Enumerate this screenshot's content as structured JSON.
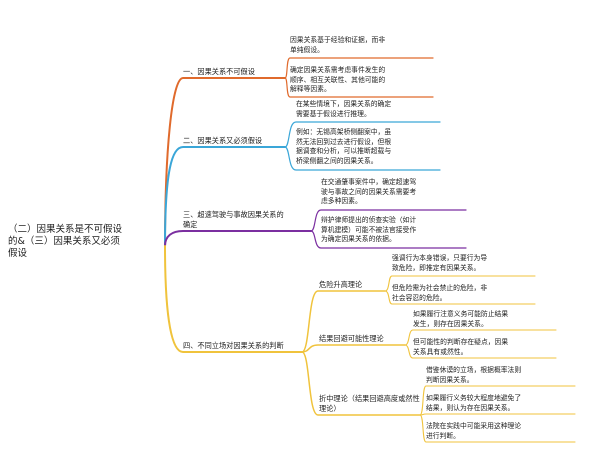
{
  "root": {
    "text": "（二）因果关系是不可假设\n的&（三）因果关系又必须\n假设"
  },
  "branches": [
    {
      "label": "一、因果关系不可假设",
      "color": "#e06a2c",
      "leaves": [
        "因果关系基于经验和证据，而非\n单纯假设。",
        "确定因果关系需考虑事件发生的\n顺序、相互关联性、其他可能的\n解释等因素。"
      ]
    },
    {
      "label": "二、因果关系又必须假设",
      "color": "#3aa6d8",
      "leaves": [
        "在某些情境下，因果关系的确定\n需要基于假设进行推理。",
        "例如：无锡高架桥侧翻案中，虽\n然无法回到过去进行假设，但根\n据调查和分析，可以推断超载与\n桥梁侧翻之间的因果关系。"
      ]
    },
    {
      "label": "三、超速驾驶与事故因果关系的\n确定",
      "color": "#7b2fa0",
      "leaves": [
        "在交通肇事案件中，确定超速驾\n驶与事故之间的因果关系需要考\n虑多种因素。",
        "辩护律师提出的侦查实验（如计\n算机建模）可能不被法官接受作\n为确定因果关系的依据。"
      ]
    },
    {
      "label": "四、不同立场对因果关系的判断",
      "color": "#f0c33c",
      "subs": [
        {
          "label": "危险升高理论",
          "leaves": [
            "强调行为本身错误，只要行为导\n致危险，即推定有因果关系。",
            "但危险需为社会禁止的危险，非\n社会容忍的危险。"
          ]
        },
        {
          "label": "结果回避可能性理论",
          "leaves": [
            "如果履行注意义务可能防止结果\n发生，则存在因果关系。",
            "但可能性的判断存在疑点，因果\n关系具有或然性。"
          ]
        },
        {
          "label": "折中理论（结果回避高度或然性\n理论）",
          "leaves": [
            "借鉴休谟的立场，根据概率法则\n判断因果关系。",
            "如果履行义务较大程度地避免了\n结果，则认为存在因果关系。",
            "法院在实践中可能采用这种理论\n进行判断。"
          ]
        }
      ]
    }
  ]
}
